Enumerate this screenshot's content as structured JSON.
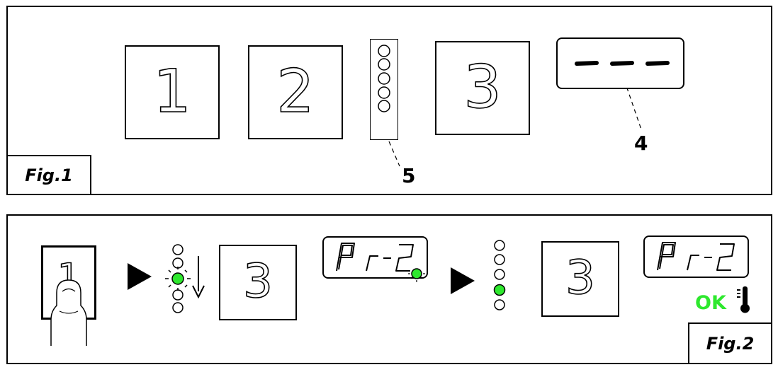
{
  "fig1": {
    "label": "Fig.1",
    "button1": "1",
    "button2": "2",
    "button3": "3",
    "callout_display": "4",
    "callout_leds": "5",
    "led_count": 5
  },
  "fig2": {
    "label": "Fig.2",
    "button_pressed": "1",
    "button3_a": "3",
    "button3_b": "3",
    "display_text_a": "Pr2",
    "display_text_b": "Pr2",
    "ok_text": "OK",
    "active_led_index_step1": 2,
    "active_led_index_step2": 3
  },
  "colors": {
    "led_on": "#2ee82e",
    "ok": "#2ee82e",
    "line": "#000000"
  },
  "icons": [
    "arrow-right-icon",
    "arrow-down-icon",
    "finger-icon",
    "thermometer-icon"
  ]
}
